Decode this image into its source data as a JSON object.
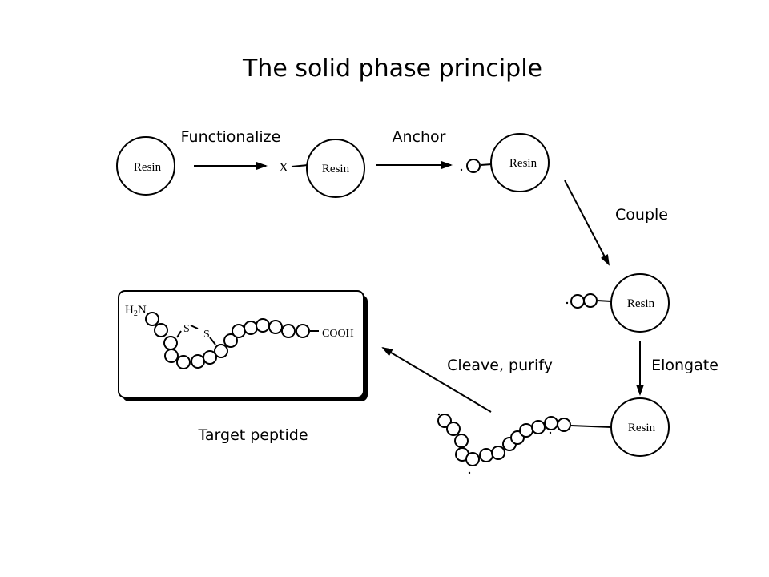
{
  "title": "The solid phase principle",
  "steps": {
    "functionalize": "Functionalize",
    "anchor": "Anchor",
    "couple": "Couple",
    "elongate": "Elongate",
    "cleave": "Cleave, purify"
  },
  "resin_label": "Resin",
  "x_label": "X",
  "target": {
    "h2n": "H2N",
    "s1": "S",
    "s2": "S",
    "cooh": "COOH",
    "caption": "Target peptide"
  }
}
